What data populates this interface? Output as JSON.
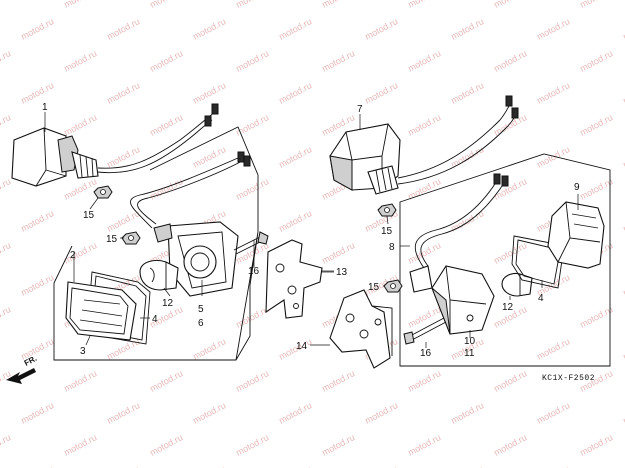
{
  "figure": {
    "code": "KC1X-F2502",
    "direction_label": "FR.",
    "watermark": "motod.ru"
  },
  "callouts": {
    "c1": "1",
    "c2": "2",
    "c3": "3",
    "c4_left": "4",
    "c4_right": "4",
    "c5": "5",
    "c6": "6",
    "c7": "7",
    "c8": "8",
    "c9": "9",
    "c10": "10",
    "c11": "11",
    "c12_left": "12",
    "c12_right": "12",
    "c13": "13",
    "c14": "14",
    "c15_top_left": "15",
    "c15_mid_left": "15",
    "c15_top_right": "15",
    "c15_mid_right": "15",
    "c16_left": "16",
    "c16_right": "16"
  }
}
